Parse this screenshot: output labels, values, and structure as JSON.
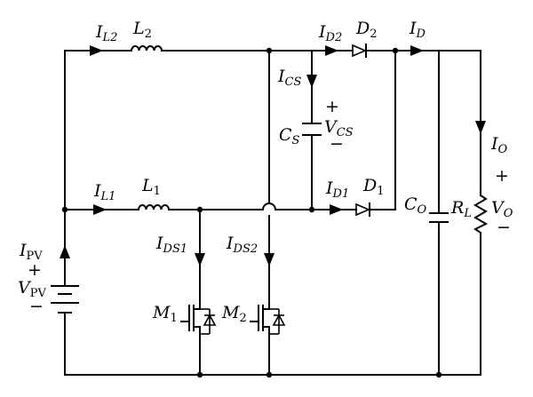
{
  "labels": {
    "il2": {
      "main": "I",
      "sub": "L2"
    },
    "l2": {
      "main": "L",
      "sub": "2"
    },
    "id2": {
      "main": "I",
      "sub": "D2"
    },
    "d2": {
      "main": "D",
      "sub": "2"
    },
    "id": {
      "main": "I",
      "sub": "D"
    },
    "ics": {
      "main": "I",
      "sub": "CS"
    },
    "cs": {
      "main": "C",
      "sub": "S"
    },
    "vcs": {
      "main": "V",
      "sub": "CS"
    },
    "il1": {
      "main": "I",
      "sub": "L1"
    },
    "l1": {
      "main": "L",
      "sub": "1"
    },
    "id1": {
      "main": "I",
      "sub": "D1"
    },
    "d1": {
      "main": "D",
      "sub": "1"
    },
    "io": {
      "main": "I",
      "sub": "O"
    },
    "co": {
      "main": "C",
      "sub": "O"
    },
    "rl": {
      "main": "R",
      "sub": "L"
    },
    "vo": {
      "main": "V",
      "sub": "O"
    },
    "ipv": {
      "main": "I",
      "sub": "PV"
    },
    "vpv": {
      "main": "V",
      "sub": "PV"
    },
    "ids1": {
      "main": "I",
      "sub": "DS1"
    },
    "ids2": {
      "main": "I",
      "sub": "DS2"
    },
    "m1": {
      "main": "M",
      "sub": "1"
    },
    "m2": {
      "main": "M",
      "sub": "2"
    }
  },
  "symbols": {
    "plus": "+",
    "minus": "−"
  }
}
